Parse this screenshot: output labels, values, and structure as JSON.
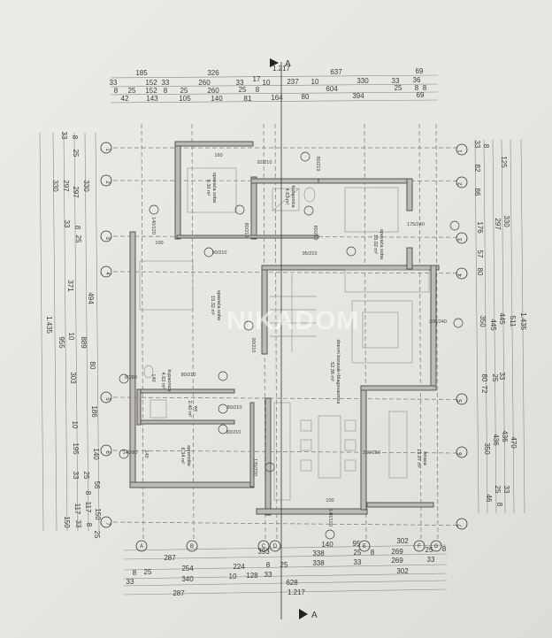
{
  "section_marker": {
    "label": "A",
    "total_width": "1.217"
  },
  "watermark": "NIKADOM",
  "axes": {
    "rows": [
      "1",
      "2",
      "3",
      "4",
      "5",
      "6",
      "7"
    ],
    "columns": [
      "A",
      "B",
      "C",
      "D",
      "E",
      "F",
      "G"
    ]
  },
  "rooms": [
    {
      "name": "spavaća soba",
      "area": "9.30 m²"
    },
    {
      "name": "kupaonica",
      "area": "4.63 m²"
    },
    {
      "name": "spavaća soba",
      "area": "15.02 m²"
    },
    {
      "name": "spavaća soba",
      "area": "15.32 m²"
    },
    {
      "name": "kupaonica",
      "area": "4.62 m²"
    },
    {
      "name": "wc",
      "area": "2.40 m²"
    },
    {
      "name": "spremište",
      "area": "6.34 m²"
    },
    {
      "name": "dnevni boravak+blagovaonica",
      "area": "52.36 m²"
    },
    {
      "name": "terasa",
      "area": "13.97 m²"
    }
  ],
  "openings": [
    "160",
    "92/210",
    "100",
    "140/120",
    "90/210",
    "95/210",
    "80/210",
    "80/210",
    "80/210",
    "175/240",
    "200/240",
    "90/210",
    "80/80",
    "80/210",
    "80/210",
    "80/210",
    "140/80",
    "140",
    "120/220",
    "350/250",
    "100",
    "140/120",
    "140"
  ],
  "dimensions": {
    "top": [
      [
        "185",
        "326",
        "637",
        "69"
      ],
      [
        "33",
        "152",
        "33",
        "260",
        "33",
        "17",
        "10",
        "237",
        "10",
        "330",
        "33",
        "36"
      ],
      [
        "8",
        "25",
        "152",
        "8",
        "25",
        "260",
        "25",
        "8",
        "604",
        "25",
        "8",
        "8"
      ],
      [
        "42",
        "143",
        "105",
        "140",
        "81",
        "164",
        "80",
        "394",
        "69"
      ]
    ],
    "bottom": [
      [
        "140",
        "95",
        "302"
      ],
      [
        "287",
        "393",
        "338",
        "25",
        "8",
        "269",
        "25",
        "8"
      ],
      [
        "8",
        "25",
        "254",
        "224",
        "8",
        "25",
        "338",
        "33",
        "269",
        "33"
      ],
      [
        "33",
        "340",
        "10",
        "128",
        "33",
        "302"
      ],
      [
        "628"
      ],
      [
        "287",
        "1.217"
      ]
    ],
    "left": [
      "33",
      "330",
      "1.435",
      "955",
      "150",
      "297",
      "33",
      "371",
      "10",
      "303",
      "10",
      "195",
      "33",
      "117",
      "33",
      "8",
      "25",
      "297",
      "8",
      "25",
      "889",
      "25",
      "8",
      "117",
      "8",
      "330",
      "494",
      "80",
      "186",
      "140",
      "56",
      "150",
      "25"
    ],
    "right": [
      "33",
      "8",
      "125",
      "82",
      "86",
      "330",
      "297",
      "176",
      "57",
      "80",
      "1.435",
      "511",
      "445",
      "445",
      "350",
      "33",
      "25",
      "80",
      "72",
      "470",
      "436",
      "436",
      "350",
      "33",
      "25",
      "46",
      "8"
    ]
  }
}
